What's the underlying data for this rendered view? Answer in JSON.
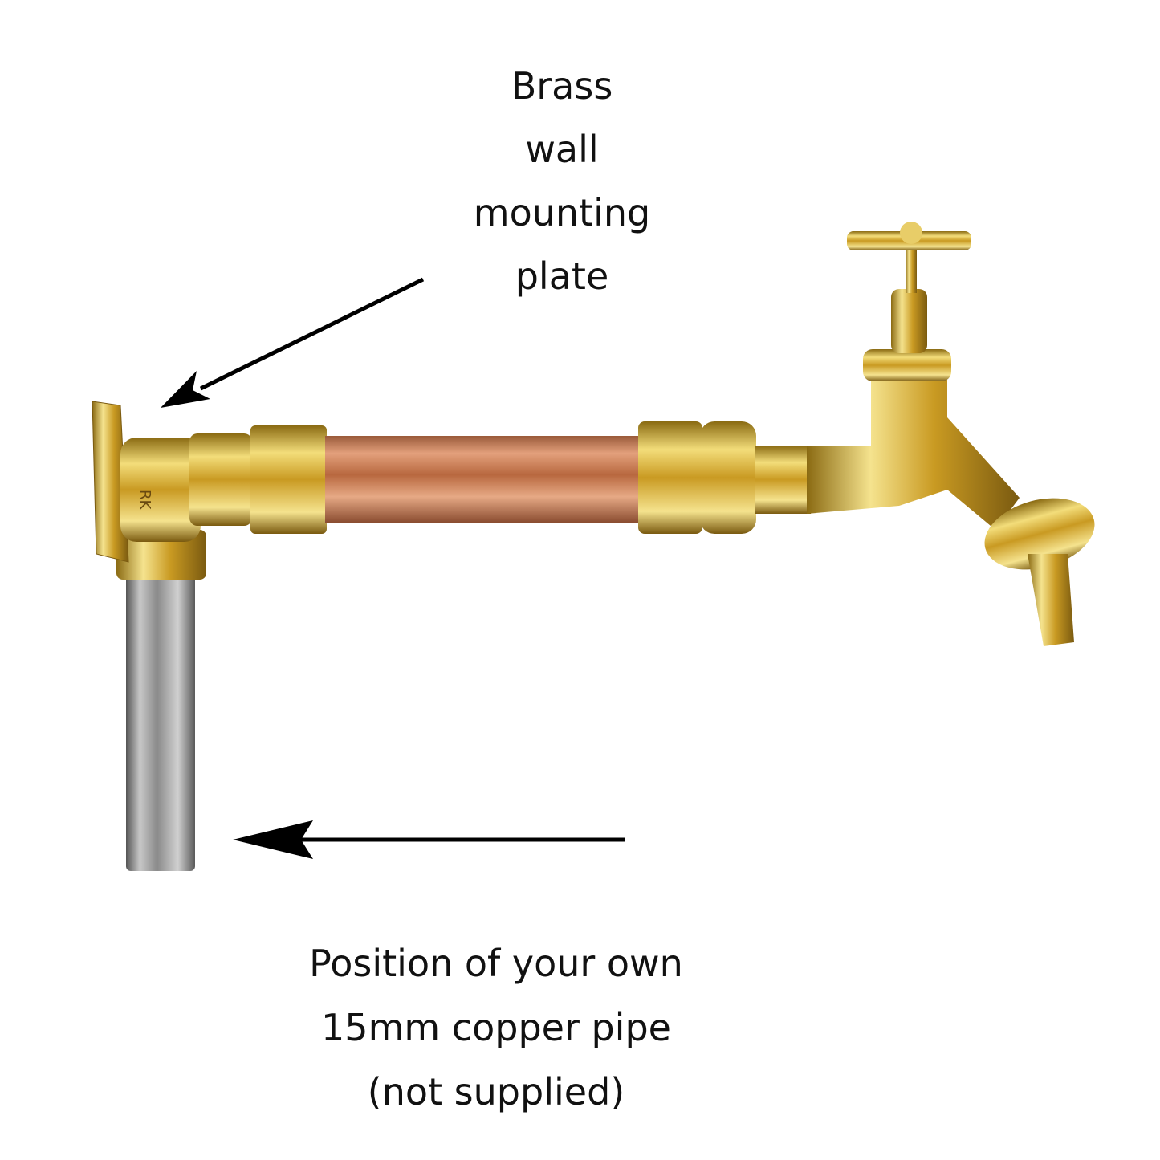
{
  "annotations": {
    "top": {
      "lines": [
        "Brass",
        "wall",
        "mounting",
        "plate"
      ]
    },
    "bottom": {
      "lines": [
        "Position of your own",
        "15mm copper pipe",
        "(not supplied)"
      ]
    }
  },
  "product_markings": {
    "fitting_logo": "RK"
  },
  "colors": {
    "brass": "#d9b23a",
    "copper": "#c97d55",
    "steel": "#9a9a9a",
    "text": "#111111"
  }
}
